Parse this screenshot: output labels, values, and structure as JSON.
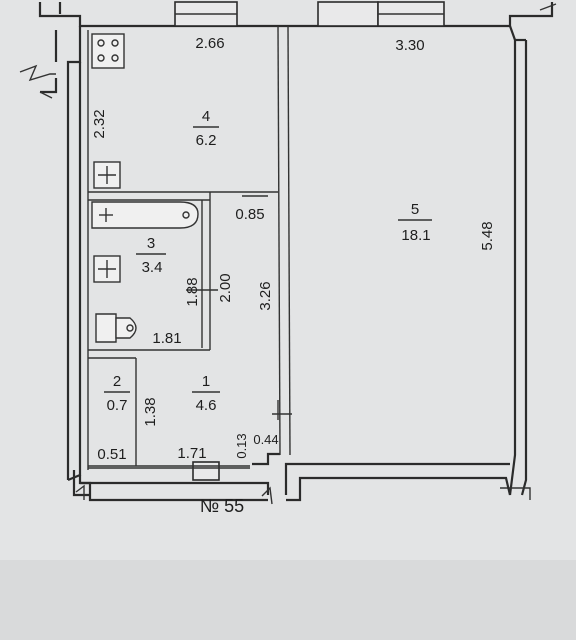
{
  "plan": {
    "apartment_number": "№ 55",
    "rooms": [
      {
        "id": "1",
        "area": "4.6"
      },
      {
        "id": "2",
        "area": "0.7"
      },
      {
        "id": "3",
        "area": "3.4"
      },
      {
        "id": "4",
        "area": "6.2"
      },
      {
        "id": "5",
        "area": "18.1"
      }
    ],
    "dimensions": {
      "kitchen_width": "2.66",
      "room_width": "3.30",
      "kitchen_depth": "2.32",
      "room_depth": "5.48",
      "bath_width_top": "0.85",
      "bath_depth_a": "1.88",
      "bath_depth_b": "2.00",
      "corridor_depth": "3.26",
      "bath_width": "1.81",
      "closet_depth": "1.38",
      "closet_width": "0.51",
      "hall_width": "1.71",
      "jamb_a": "0.13",
      "jamb_b": "0.44"
    }
  }
}
